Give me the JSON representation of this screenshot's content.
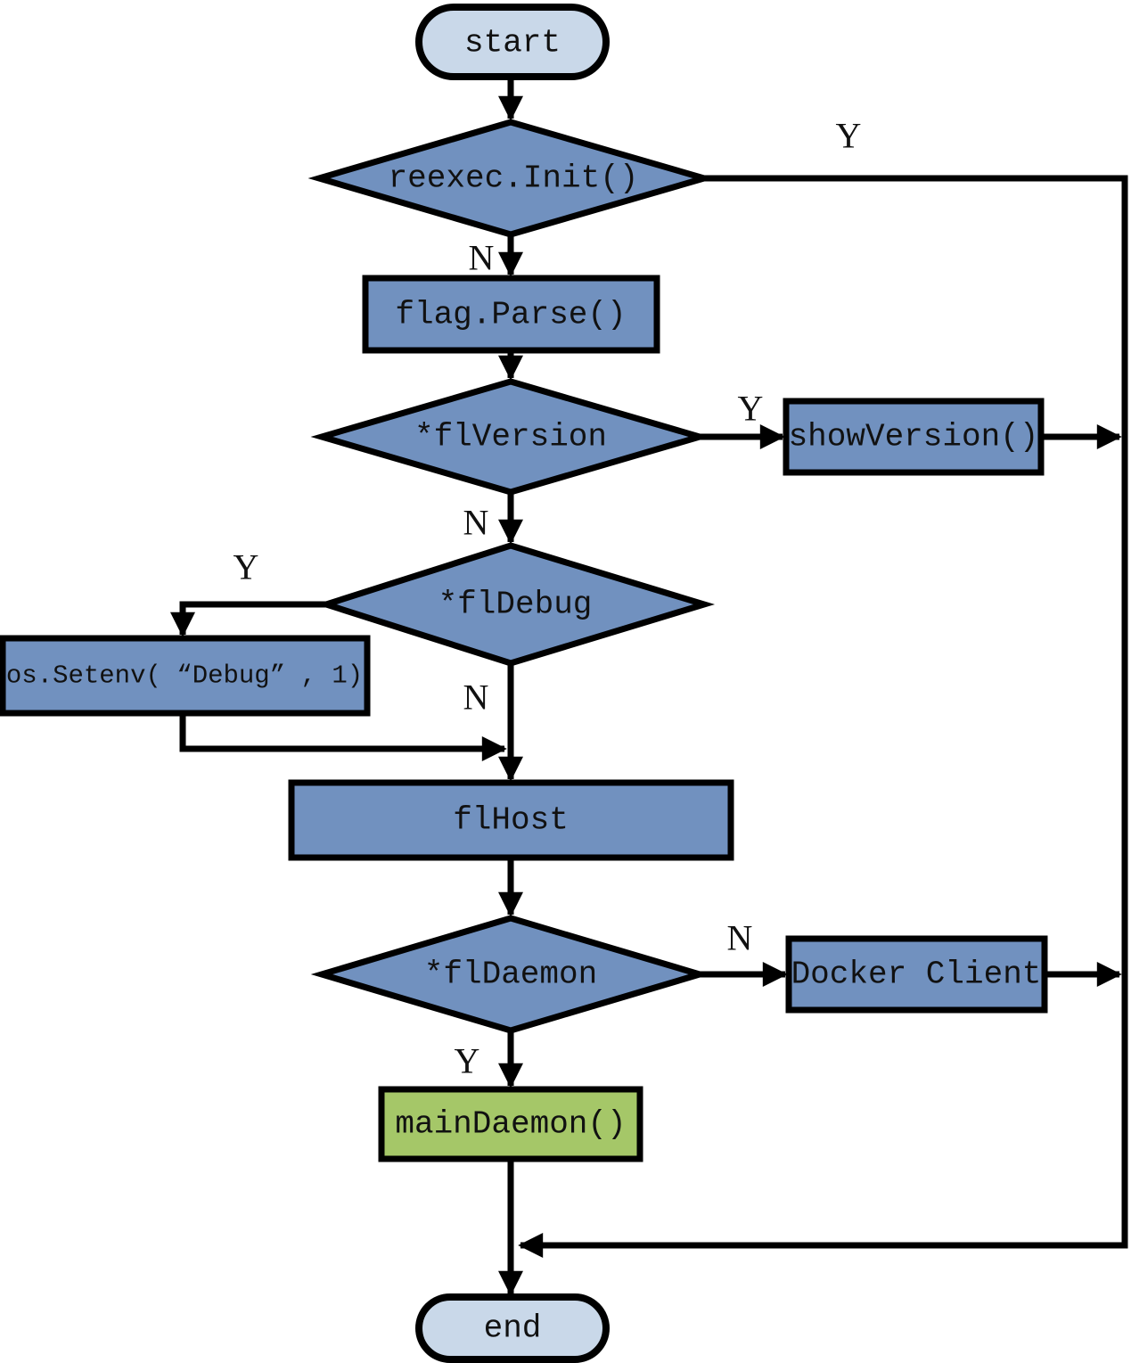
{
  "colors": {
    "process_fill": "#7191bf",
    "decision_fill": "#7191bf",
    "terminal_fill": "#c9d8e9",
    "highlight_fill": "#a5c768",
    "stroke": "#000000",
    "background": "#ffffff"
  },
  "nodes": {
    "start": {
      "label": "start",
      "type": "terminal"
    },
    "reexec_init": {
      "label": "reexec.Init()",
      "type": "decision"
    },
    "flag_parse": {
      "label": "flag.Parse()",
      "type": "process"
    },
    "fl_version": {
      "label": "*flVersion",
      "type": "decision"
    },
    "show_version": {
      "label": "showVersion()",
      "type": "process"
    },
    "fl_debug": {
      "label": "*flDebug",
      "type": "decision"
    },
    "os_setenv": {
      "label": "os.Setenv( “Debug” , 1)",
      "type": "process"
    },
    "fl_host": {
      "label": "flHost",
      "type": "process"
    },
    "fl_daemon": {
      "label": "*flDaemon",
      "type": "decision"
    },
    "main_daemon": {
      "label": "mainDaemon()",
      "type": "process-highlight"
    },
    "end": {
      "label": "end",
      "type": "terminal"
    }
  },
  "edge_labels": {
    "reexec_yes": "Y",
    "reexec_no": "N",
    "version_yes": "Y",
    "version_no": "N",
    "debug_yes": "Y",
    "debug_no": "N",
    "daemon_no": "N",
    "daemon_yes": "Y"
  }
}
